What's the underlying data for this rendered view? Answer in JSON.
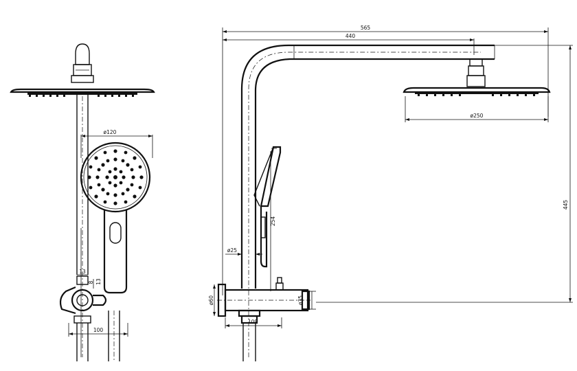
{
  "drawing": {
    "front_view": {
      "dim_handshower_dia": "ø120",
      "dim_bracket_13a": "13",
      "dim_bracket_13b": "13",
      "dim_bracket_8": "8",
      "dim_width": "100"
    },
    "side_view": {
      "dim_overall": "565",
      "dim_arm": "440",
      "dim_head_dia": "ø250",
      "dim_height": "445",
      "dim_slide_length": "254",
      "dim_pipe_dia": "ø25",
      "dim_mixer_dia": "ø60",
      "dim_outlet_dia": "ø35",
      "dim_mixer_depth": "109"
    }
  }
}
